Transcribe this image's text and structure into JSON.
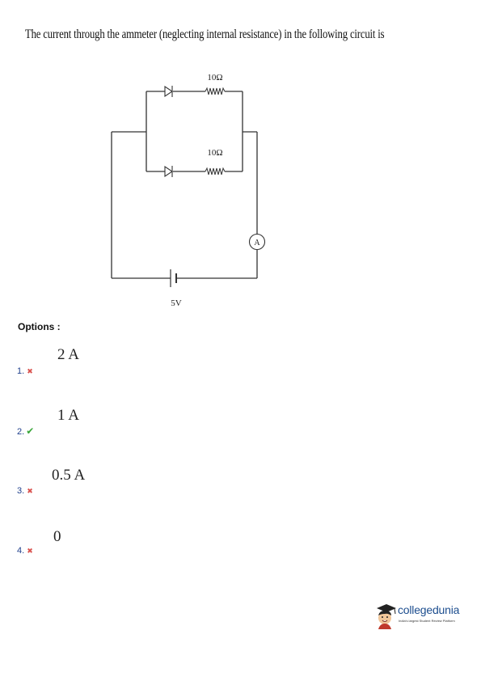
{
  "question": {
    "text": "The current through the ammeter (neglecting internal resistance) in the following circuit is"
  },
  "circuit": {
    "top_resistor_label": "10Ω",
    "bottom_resistor_label": "10Ω",
    "ammeter_label": "A",
    "battery_label": "5V"
  },
  "options_heading": "Options :",
  "options": [
    {
      "number": "1.",
      "status": "incorrect",
      "mark": "✖",
      "value": "2 A"
    },
    {
      "number": "2.",
      "status": "correct",
      "mark": "✔",
      "value": "1 A"
    },
    {
      "number": "3.",
      "status": "incorrect",
      "mark": "✖",
      "value": "0.5 A"
    },
    {
      "number": "4.",
      "status": "incorrect",
      "mark": "✖",
      "value": "0"
    }
  ],
  "brand": {
    "name": "collegedunia",
    "tagline": "India's largest Student Review Platform",
    "accent": "#1d4e8f"
  }
}
